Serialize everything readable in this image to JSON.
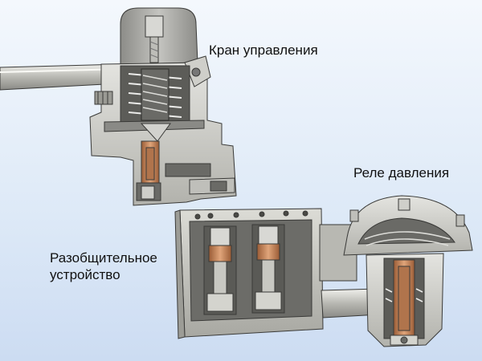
{
  "labels": {
    "control_valve": "Кран управления",
    "pressure_relay": "Реле давления",
    "disconnect_line1": "Разобщительное",
    "disconnect_line2": "устройство"
  },
  "colors": {
    "background_top": "#f4f8fd",
    "background_bottom": "#ccdcf2",
    "metal_light": "#d8d8d3",
    "metal_mid": "#b6b6b0",
    "metal_dark": "#7c7c78",
    "cavity": "#5c5c58",
    "copper": "#c98a5b",
    "copper_dark": "#9a5c36",
    "outline": "#3a3a38"
  }
}
